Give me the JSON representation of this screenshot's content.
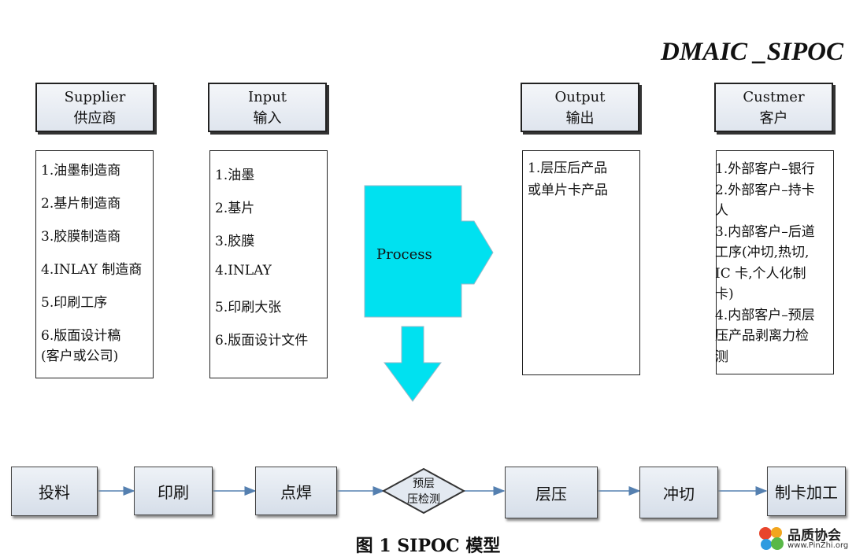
{
  "title": "DMAIC _SIPOC",
  "columns": {
    "supplier": {
      "title_en": "Supplier",
      "title_cn": "供应商",
      "items": [
        "1.油墨制造商",
        "2.基片制造商",
        "3.胶膜制造商",
        "4.INLAY 制造商",
        "5.印刷工序",
        "6.版面设计稿",
        "(客户或公司)"
      ]
    },
    "input": {
      "title_en": "Input",
      "title_cn": "输入",
      "items": [
        "1.油墨",
        "2.基片",
        "3.胶膜",
        "4.INLAY",
        "5.印刷大张",
        "6.版面设计文件"
      ]
    },
    "output": {
      "title_en": "Output",
      "title_cn": "输出",
      "items": [
        "1.层压后产品",
        "或单片卡产品"
      ]
    },
    "customer": {
      "title_en": "Custmer",
      "title_cn": "客户",
      "items": [
        "1.外部客户–银行",
        "2.外部客户–持卡",
        "人",
        "3.内部客户–后道",
        "工序(冲切,热切,",
        "IC 卡,个人化制",
        "卡)",
        "4.内部客户–预层",
        "压产品剥离力检",
        "测"
      ]
    }
  },
  "process_label": "Process",
  "flow_steps": [
    "投料",
    "印刷",
    "点焊",
    "预层",
    "压检测",
    "层压",
    "冲切",
    "制卡加工"
  ],
  "caption": "图 1  SIPOC 模型",
  "logo": {
    "name": "品质协会",
    "url": "www.PinZhi.org"
  },
  "colors": {
    "process": "#00e1f0",
    "flow_arrow": "#5580b0",
    "box_border": "#222222"
  }
}
